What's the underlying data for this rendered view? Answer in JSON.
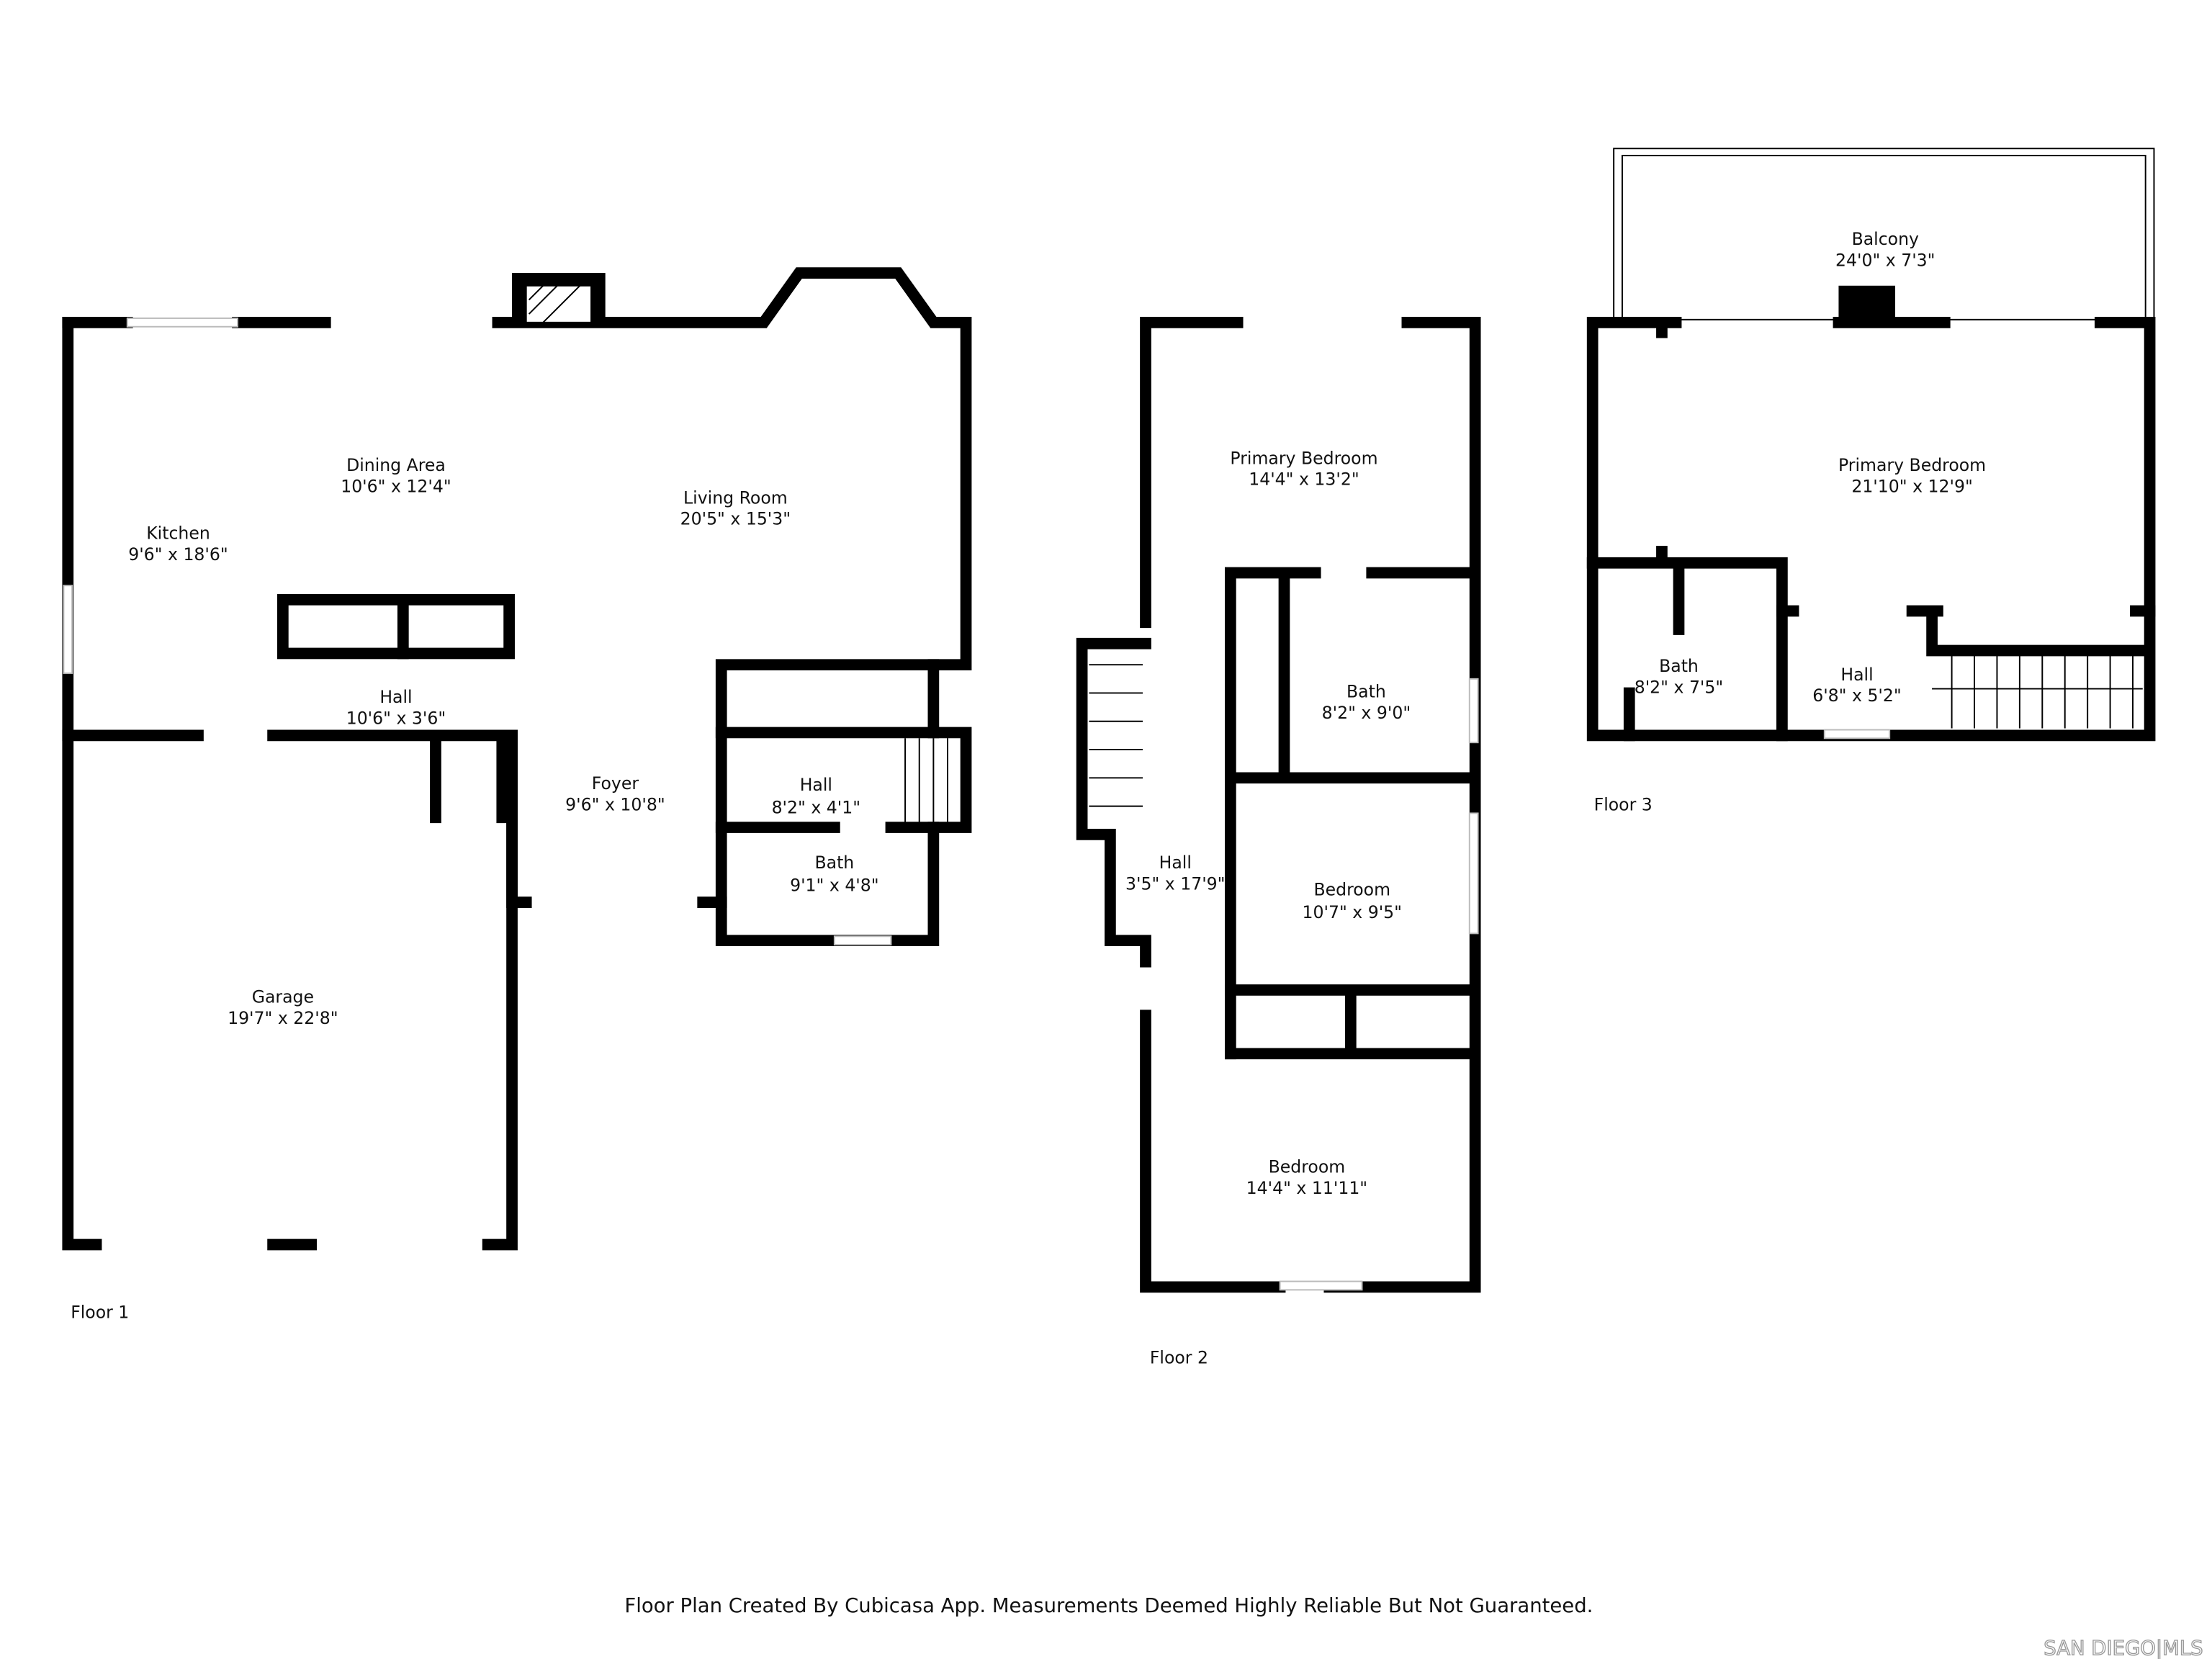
{
  "floors": [
    {
      "label": "Floor 1",
      "rooms": [
        {
          "name": "Dining Area",
          "size": "10'6\" x 12'4\""
        },
        {
          "name": "Kitchen",
          "size": "9'6\" x 18'6\""
        },
        {
          "name": "Living Room",
          "size": "20'5\" x 15'3\""
        },
        {
          "name": "Hall",
          "size": "10'6\" x 3'6\""
        },
        {
          "name": "Foyer",
          "size": "9'6\" x 10'8\""
        },
        {
          "name": "Hall",
          "size": "8'2\" x 4'1\""
        },
        {
          "name": "Bath",
          "size": "9'1\" x 4'8\""
        },
        {
          "name": "Garage",
          "size": "19'7\" x 22'8\""
        }
      ]
    },
    {
      "label": "Floor 2",
      "rooms": [
        {
          "name": "Primary Bedroom",
          "size": "14'4\" x 13'2\""
        },
        {
          "name": "Bath",
          "size": "8'2\" x 9'0\""
        },
        {
          "name": "Hall",
          "size": "3'5\" x 17'9\""
        },
        {
          "name": "Bedroom",
          "size": "10'7\" x 9'5\""
        },
        {
          "name": "Bedroom",
          "size": "14'4\" x 11'11\""
        }
      ]
    },
    {
      "label": "Floor 3",
      "rooms": [
        {
          "name": "Balcony",
          "size": "24'0\" x 7'3\""
        },
        {
          "name": "Primary Bedroom",
          "size": "21'10\" x 12'9\""
        },
        {
          "name": "Bath",
          "size": "8'2\" x 7'5\""
        },
        {
          "name": "Hall",
          "size": "6'8\" x 5'2\""
        }
      ]
    }
  ],
  "footer_note": "Floor Plan Created By Cubicasa App. Measurements Deemed Highly Reliable But Not Guaranteed.",
  "logo_text": "SAN DIEGO|MLS",
  "colors": {
    "walls": "#000000",
    "background": "#ffffff",
    "logo": "#999999"
  }
}
